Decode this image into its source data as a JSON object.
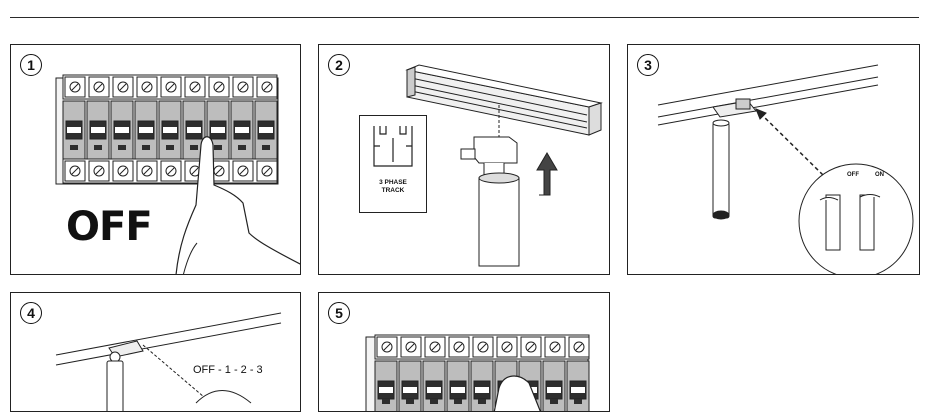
{
  "steps": [
    {
      "number": "1",
      "label": "OFF"
    },
    {
      "number": "2",
      "label": "3 PHASE\nTRACK"
    },
    {
      "number": "3",
      "off": "OFF",
      "on": "ON"
    },
    {
      "number": "4",
      "label": "OFF - 1 - 2 - 3"
    },
    {
      "number": "5"
    }
  ]
}
